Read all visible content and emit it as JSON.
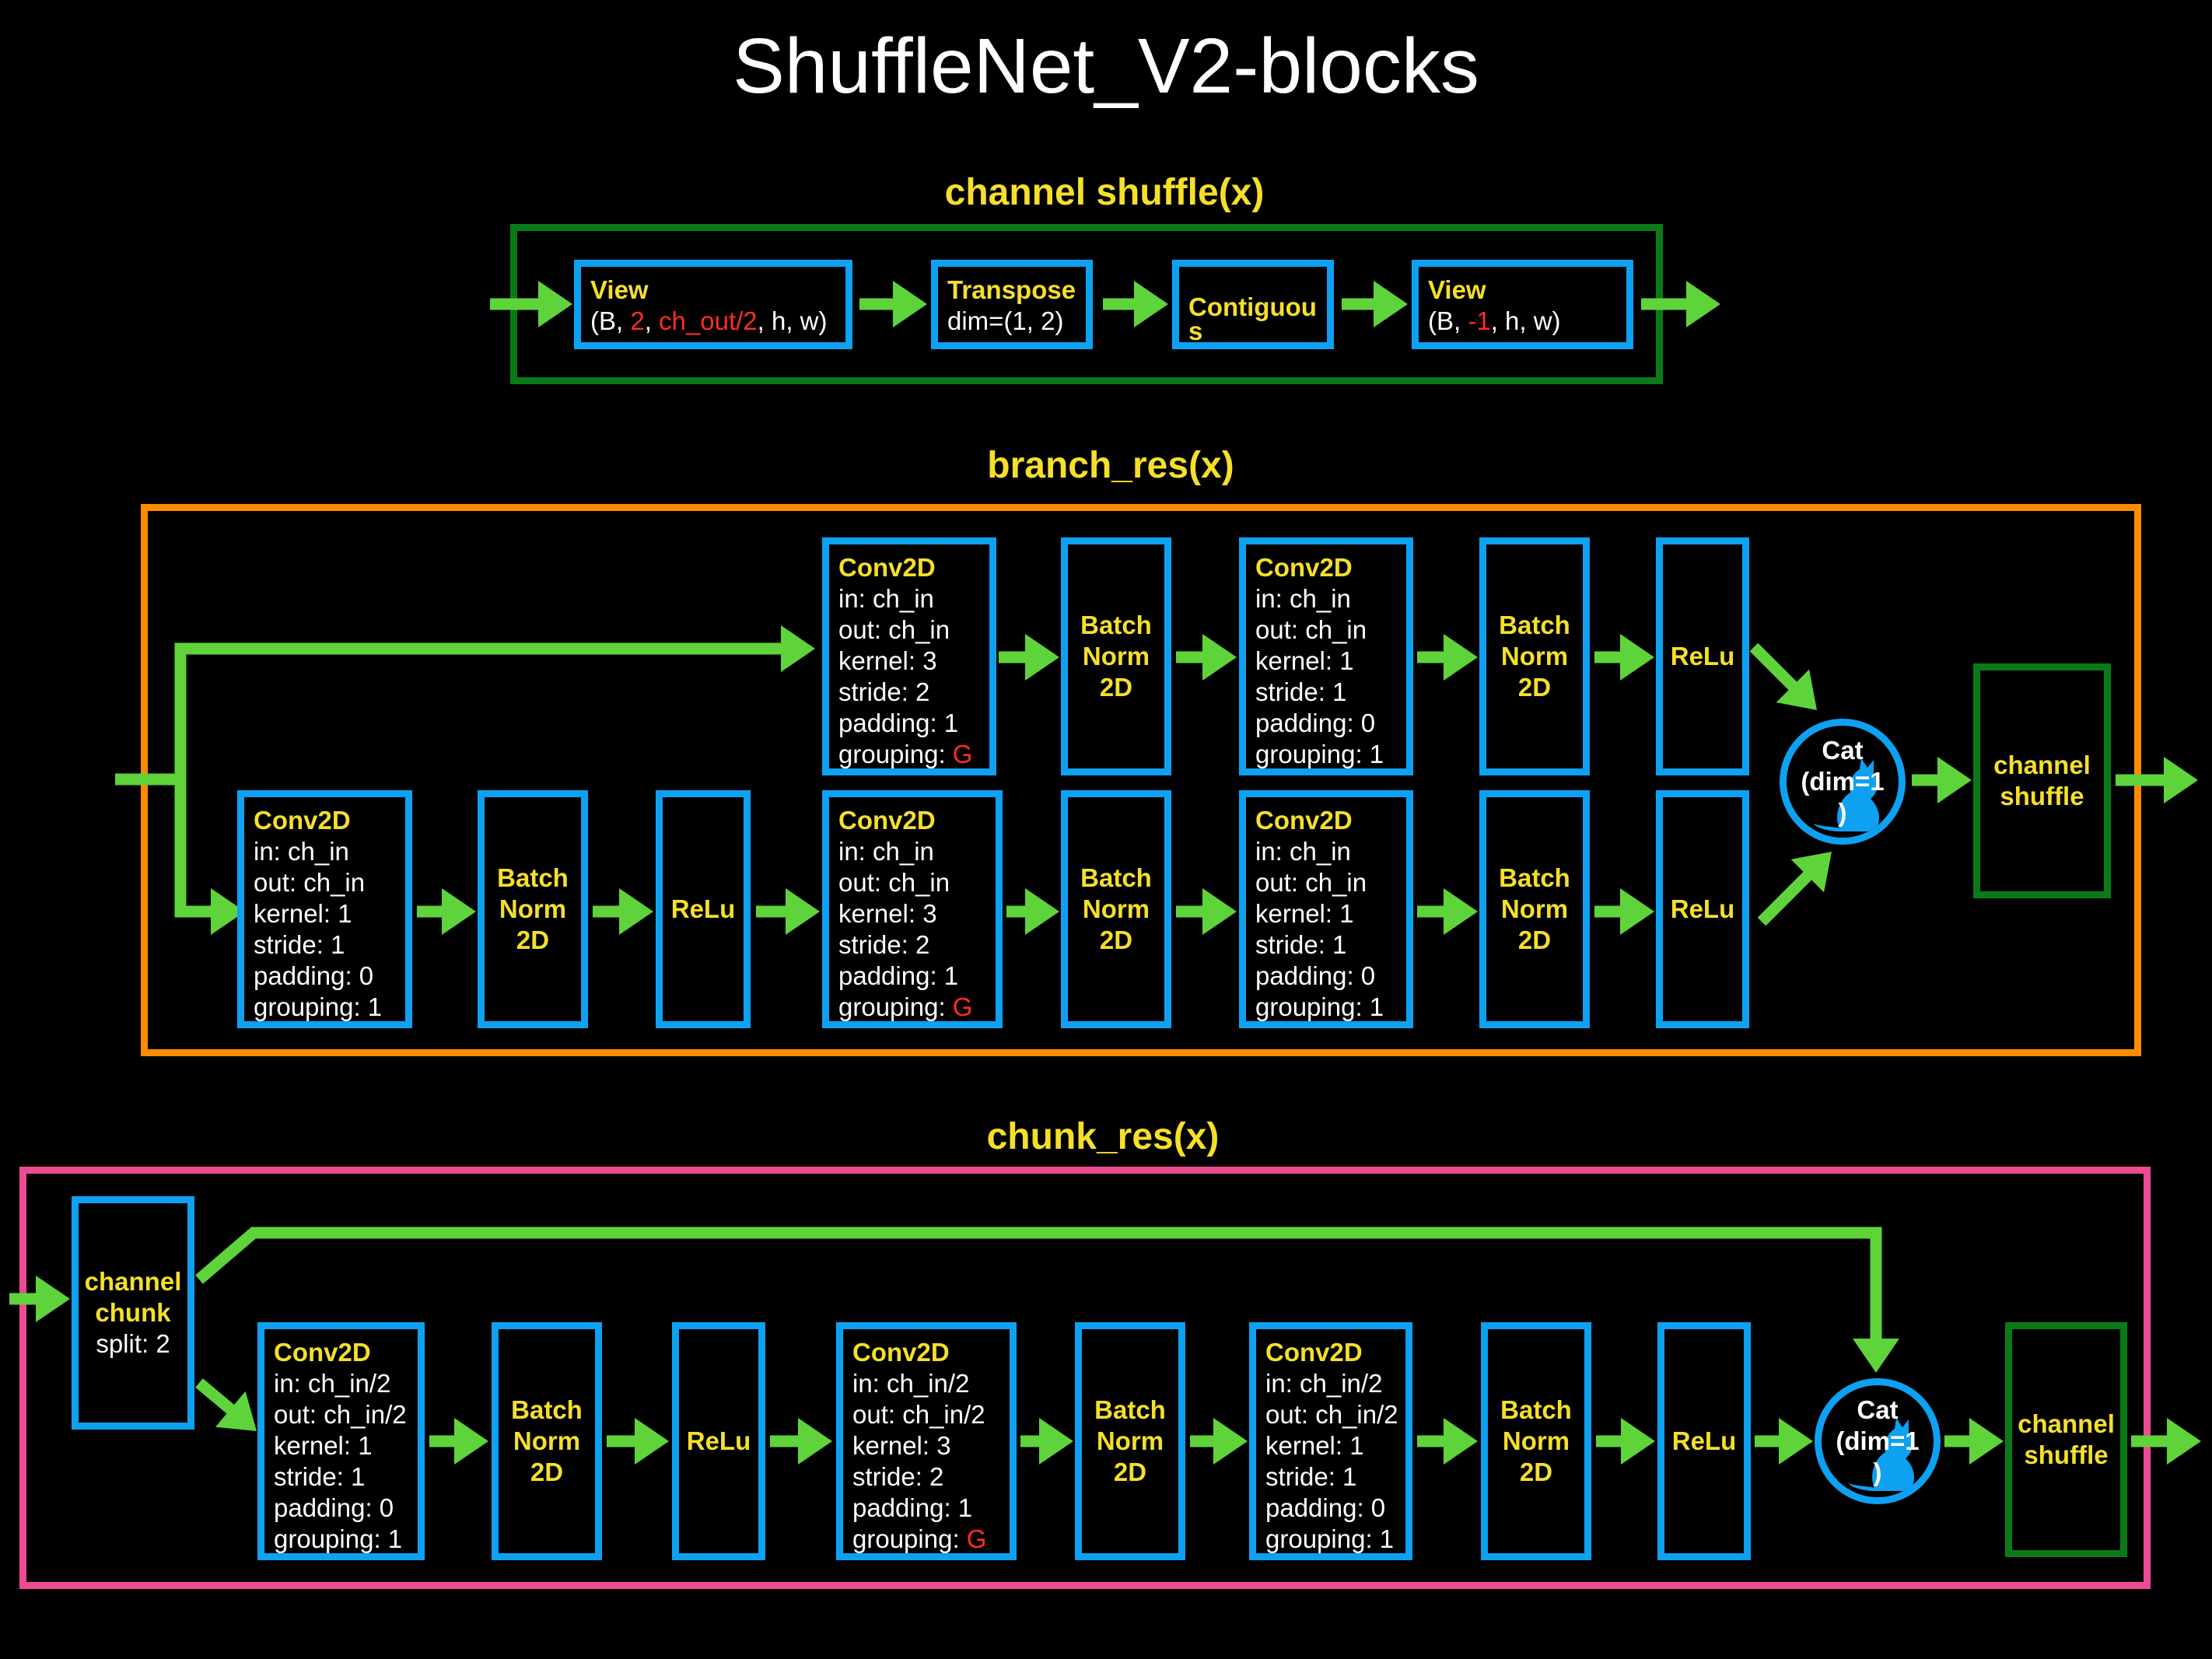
{
  "title": "ShuffleNet_V2-blocks",
  "channel_shuffle": {
    "title": "channel shuffle(x)",
    "view1": {
      "head": "View",
      "p1": "(B, ",
      "r1": "2",
      "p2": ", ",
      "r2": "ch_out/2",
      "p3": ", h, w)"
    },
    "transpose": {
      "head": "Transpose",
      "line": "dim=(1, 2)"
    },
    "contiguous": {
      "head": "Contiguou",
      "tail": "s"
    },
    "view2": {
      "head": "View",
      "p1": "(B, ",
      "r1": "-1",
      "p2": ", h, w)"
    }
  },
  "branch_res": {
    "title": "branch_res(x)",
    "top": {
      "conv1": {
        "head": "Conv2D",
        "in": "in:   ch_in",
        "out": "out: ch_in",
        "kernel": "kernel: 3",
        "stride": "stride: 2",
        "padding": "padding: 1",
        "grouping": "grouping: ",
        "grouping_val": "G"
      },
      "bn1": "Batch Norm 2D",
      "conv2": {
        "head": "Conv2D",
        "in": "in:   ch_in",
        "out": "out: ch_in",
        "kernel": "kernel: 1",
        "stride": "stride: 1",
        "padding": "padding: 0",
        "grouping": "grouping: 1"
      },
      "bn2": "Batch Norm 2D",
      "relu": "ReLu"
    },
    "bottom": {
      "conv1": {
        "head": "Conv2D",
        "in": "in:   ch_in",
        "out": "out: ch_in",
        "kernel": "kernel: 1",
        "stride": "stride: 1",
        "padding": "padding: 0",
        "grouping": "grouping: 1"
      },
      "bn1": "Batch Norm 2D",
      "relu1": "ReLu",
      "conv2": {
        "head": "Conv2D",
        "in": "in:   ch_in",
        "out": "out: ch_in",
        "kernel": "kernel: 3",
        "stride": "stride: 2",
        "padding": "padding: 1",
        "grouping": "grouping: ",
        "grouping_val": "G"
      },
      "bn2": "Batch Norm 2D",
      "conv3": {
        "head": "Conv2D",
        "in": "in:   ch_in",
        "out": "out: ch_in",
        "kernel": "kernel: 1",
        "stride": "stride: 1",
        "padding": "padding: 0",
        "grouping": "grouping: 1"
      },
      "bn3": "Batch Norm 2D",
      "relu2": "ReLu"
    },
    "cat": {
      "l1": "Cat",
      "l2": "(dim=1",
      "l3": ")"
    },
    "shuffle": "channel shuffle"
  },
  "chunk_res": {
    "title": "chunk_res(x)",
    "chunk": {
      "head": "channel chunk",
      "line": "split: 2"
    },
    "conv1": {
      "head": "Conv2D",
      "in": "in:   ch_in/2",
      "out": "out: ch_in/2",
      "kernel": "kernel: 1",
      "stride": "stride: 1",
      "padding": "padding: 0",
      "grouping": "grouping: 1"
    },
    "bn1": "Batch Norm 2D",
    "relu1": "ReLu",
    "conv2": {
      "head": "Conv2D",
      "in": "in:   ch_in/2",
      "out": "out: ch_in/2",
      "kernel": "kernel: 3",
      "stride": "stride: 2",
      "padding": "padding: 1",
      "grouping": "grouping: ",
      "grouping_val": "G"
    },
    "bn2": "Batch Norm 2D",
    "conv3": {
      "head": "Conv2D",
      "in": "in:   ch_in/2",
      "out": "out: ch_in/2",
      "kernel": "kernel: 1",
      "stride": "stride: 1",
      "padding": "padding: 0",
      "grouping": "grouping: 1"
    },
    "bn3": "Batch Norm 2D",
    "relu2": "ReLu",
    "cat": {
      "l1": "Cat",
      "l2": "(dim=1",
      "l3": ")"
    },
    "shuffle": "channel shuffle"
  },
  "colors": {
    "arrow": "#5fd33a",
    "box_border": "#0ea1f2",
    "shuffle_frame": "#0a7a18",
    "branch_frame": "#ff8c00",
    "chunk_frame": "#ee4a94",
    "label": "#f5df2a",
    "highlight": "#ff2d20"
  },
  "icons": {
    "cat": "cat-silhouette-icon"
  }
}
